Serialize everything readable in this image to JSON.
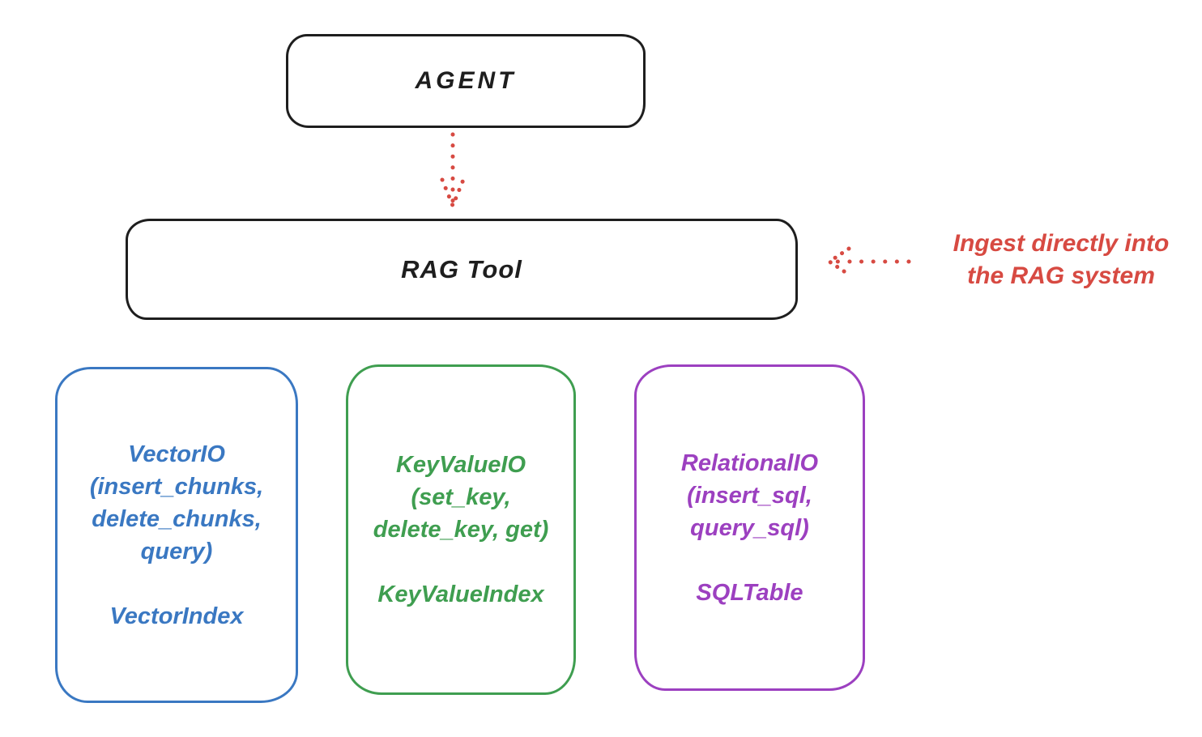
{
  "diagram": {
    "agent": {
      "label": "AGENT"
    },
    "rag_tool": {
      "label": "RAG Tool"
    },
    "annotation": {
      "text": "Ingest directly into\nthe RAG system",
      "color": "#d74a42"
    },
    "stores": [
      {
        "id": "vector-io",
        "title": "VectorIO\n(insert_chunks,\ndelete_chunks,\nquery)",
        "subtitle": "VectorIndex",
        "color": "#3a78c2"
      },
      {
        "id": "keyvalue-io",
        "title": "KeyValueIO\n(set_key,\ndelete_key, get)",
        "subtitle": "KeyValueIndex",
        "color": "#3f9e50"
      },
      {
        "id": "relational-io",
        "title": "RelationalIO\n(insert_sql,\nquery_sql)",
        "subtitle": "SQLTable",
        "color": "#9c40c0"
      }
    ],
    "colors": {
      "stroke": "#1e1e1e",
      "arrow": "#d74a42",
      "background": "#ffffff"
    }
  }
}
